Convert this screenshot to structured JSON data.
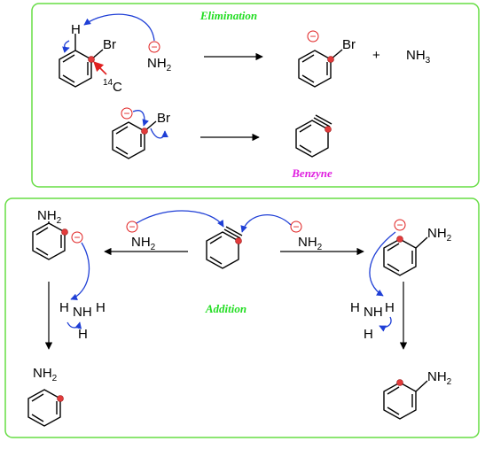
{
  "sections": {
    "elimination": {
      "title": "Elimination",
      "title_color": "#22dd22",
      "border_color": "#66dd44"
    },
    "addition": {
      "title": "Addition",
      "title_color": "#22dd22",
      "border_color": "#66dd44"
    }
  },
  "labels": {
    "H": "H",
    "Br": "Br",
    "c14_mass": "14",
    "c14_symbol": "C",
    "nh": "NH",
    "two": "2",
    "three": "3",
    "plus": "+",
    "minus": "−",
    "benzyne": "Benzyne"
  },
  "colors": {
    "curly_arrow": "#1f3fd6",
    "label_dot": "#e23b3b",
    "charge": "#e02020",
    "benzyne_label": "#e020e0",
    "c14_label": "#e02020"
  }
}
